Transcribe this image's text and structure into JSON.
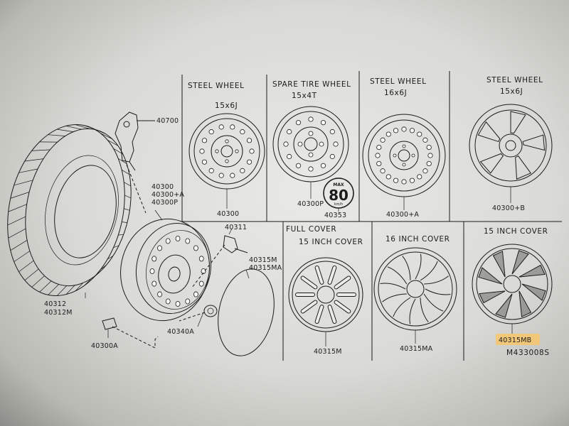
{
  "parts": {
    "tpms_sensor": "40700",
    "steel_wheel_main": [
      "40300",
      "40300+A",
      "40300P"
    ],
    "valve": "40311",
    "tire": [
      "40312",
      "40312M"
    ],
    "weight": "40300A",
    "nut": "40340A",
    "cover_plain": [
      "40315M",
      "40315MA"
    ]
  },
  "panels": [
    {
      "title": "STEEL WHEEL",
      "size": "15x6J",
      "part": "40300"
    },
    {
      "title": "SPARE TIRE WHEEL",
      "size": "15x4T",
      "part": "40300P",
      "badge_part": "40353"
    },
    {
      "title": "STEEL WHEEL",
      "size": "16x6J",
      "part": "40300+A"
    },
    {
      "title": "STEEL WHEEL",
      "size": "15x6J",
      "part": "40300+B"
    },
    {
      "title_line1": "FULL COVER",
      "title_line2": "15 INCH COVER",
      "part": "40315M"
    },
    {
      "title": "16 INCH COVER",
      "part": "40315MA"
    },
    {
      "title": "15 INCH COVER",
      "part": "40315MB"
    }
  ],
  "speed_badge": {
    "top": "MAX",
    "value": "80",
    "unit": "km/h"
  },
  "drawing_id": "M433008S",
  "highlight_color": "#f7c56b"
}
